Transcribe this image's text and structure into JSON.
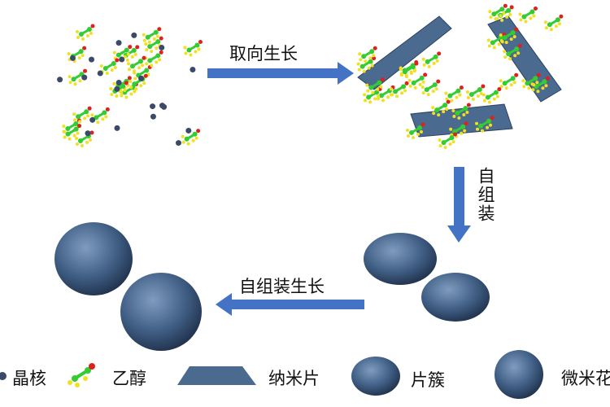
{
  "steps": {
    "oriented_growth": "取向生长",
    "self_assembly": "自组装",
    "self_assembly_growth": "自组装生长"
  },
  "legend": [
    {
      "icon": "nucleus-icon",
      "label": "晶核"
    },
    {
      "icon": "ethanol-molecule-icon",
      "label": "乙醇"
    },
    {
      "icon": "nanosheet-icon",
      "label": "纳米片"
    },
    {
      "icon": "sheet-cluster-icon",
      "label": "片簇"
    },
    {
      "icon": "microflower-icon",
      "label": "微米花"
    }
  ],
  "colors": {
    "arrow": "#4472c4",
    "sheet": "#4a6a90",
    "carbon": "#33cc33",
    "hydrogen": "#f0e020",
    "oxygen": "#dd2020",
    "nucleus": "#3a4a68"
  }
}
